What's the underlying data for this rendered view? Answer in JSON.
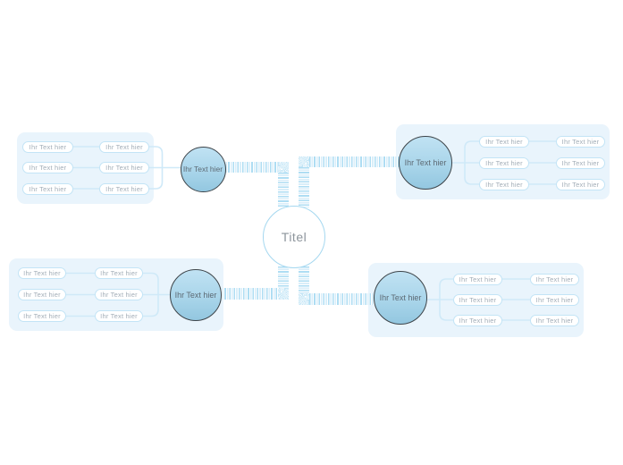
{
  "title": {
    "label": "Titel"
  },
  "branches": [
    {
      "name": "top-left",
      "circle": "Ihr Text hier",
      "pills": [
        "Ihr Text hier",
        "Ihr Text hier",
        "Ihr Text hier",
        "Ihr Text hier",
        "Ihr Text hier",
        "Ihr Text hier"
      ]
    },
    {
      "name": "top-right",
      "circle": "Ihr Text hier",
      "pills": [
        "Ihr Text hier",
        "Ihr Text hier",
        "Ihr Text hier",
        "Ihr Text hier",
        "Ihr Text hier",
        "Ihr Text hier"
      ]
    },
    {
      "name": "bottom-left",
      "circle": "Ihr Text hier",
      "pills": [
        "Ihr Text hier",
        "Ihr Text hier",
        "Ihr Text hier",
        "Ihr Text hier",
        "Ihr Text hier",
        "Ihr Text hier"
      ]
    },
    {
      "name": "bottom-right",
      "circle": "Ihr Text hier",
      "pills": [
        "Ihr Text hier",
        "Ihr Text hier",
        "Ihr Text hier",
        "Ihr Text hier",
        "Ihr Text hier",
        "Ihr Text hier"
      ]
    }
  ],
  "colors": {
    "panel_bg": "#e9f4fc",
    "pill_border": "#c3e4f6",
    "pill_text": "#a3aeb8",
    "branch_circle_top": "#c0e2f3",
    "branch_circle_bottom": "#93c7e0",
    "branch_circle_border": "#3d4449",
    "branch_circle_text": "#5d6a74",
    "center_circle_border": "#a5d8f0",
    "center_circle_text": "#8d959c",
    "connector_line": "#cfe9f8",
    "ribbon_stripe": "#aeddf3"
  }
}
